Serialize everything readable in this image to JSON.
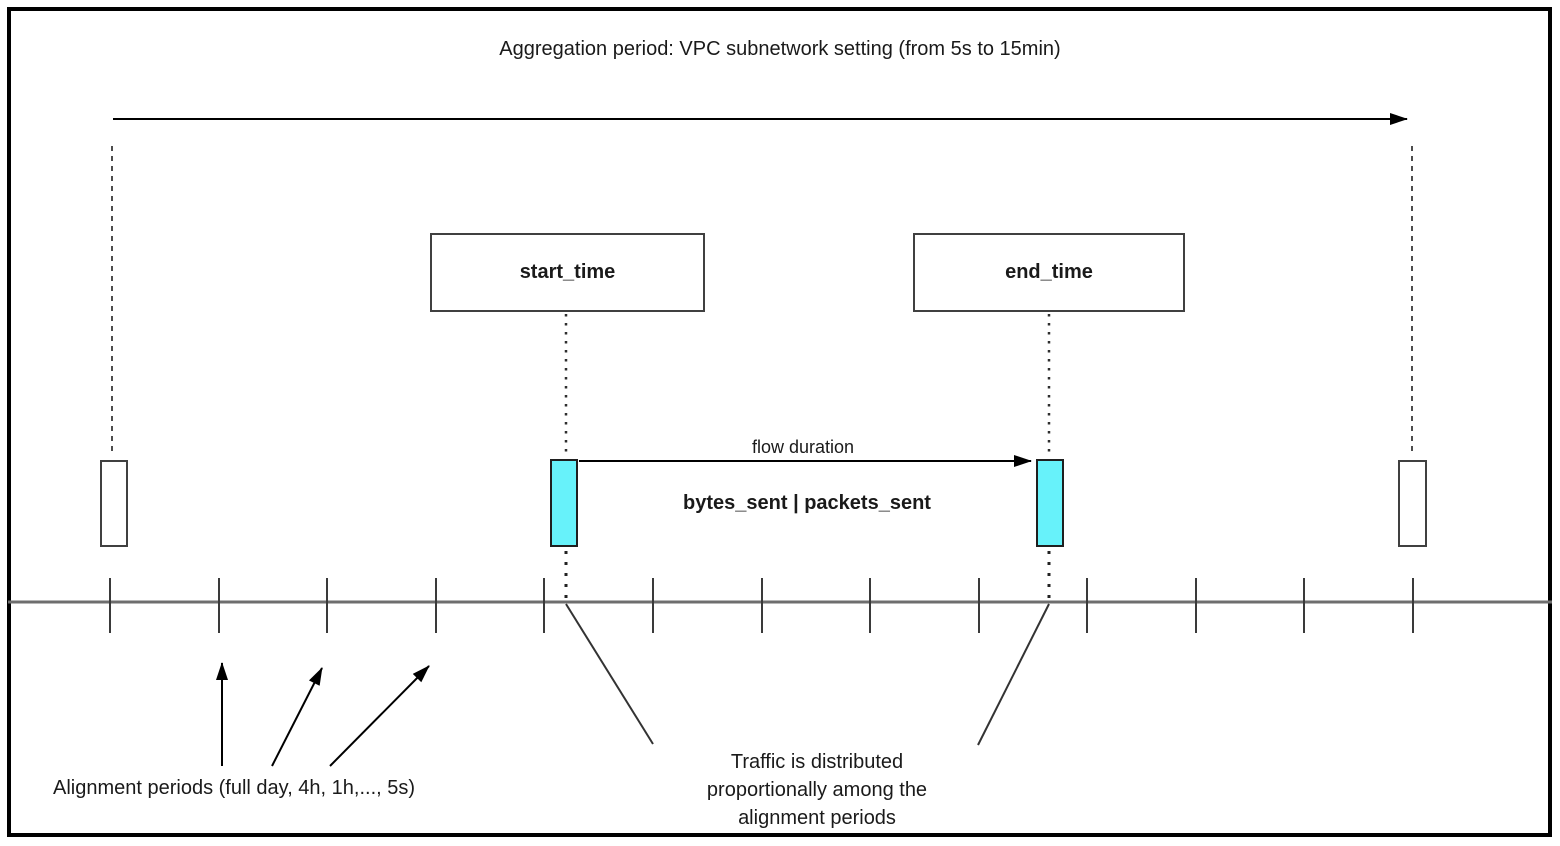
{
  "title": "Aggregation period: VPC subnetwork setting (from 5s to 15min)",
  "markers": {
    "start_time_label": "start_time",
    "end_time_label": "end_time"
  },
  "flow": {
    "duration_label": "flow duration",
    "metrics_label": "bytes_sent | packets_sent"
  },
  "annotations": {
    "alignment_periods_label": "Alignment periods (full day, 4h, 1h,..., 5s)",
    "traffic_note_lines": [
      "Traffic is distributed",
      "proportionally among the",
      "alignment periods"
    ]
  },
  "timeline": {
    "tick_positions": [
      110,
      219,
      327,
      436,
      544,
      653,
      762,
      870,
      979,
      1087,
      1196,
      1304,
      1413
    ],
    "tick_top": 578,
    "tick_bottom": 633
  },
  "colors": {
    "flow_bar_fill": "#67f2fa",
    "timeline_line": "#6e6e6e",
    "stroke": "#000000"
  }
}
